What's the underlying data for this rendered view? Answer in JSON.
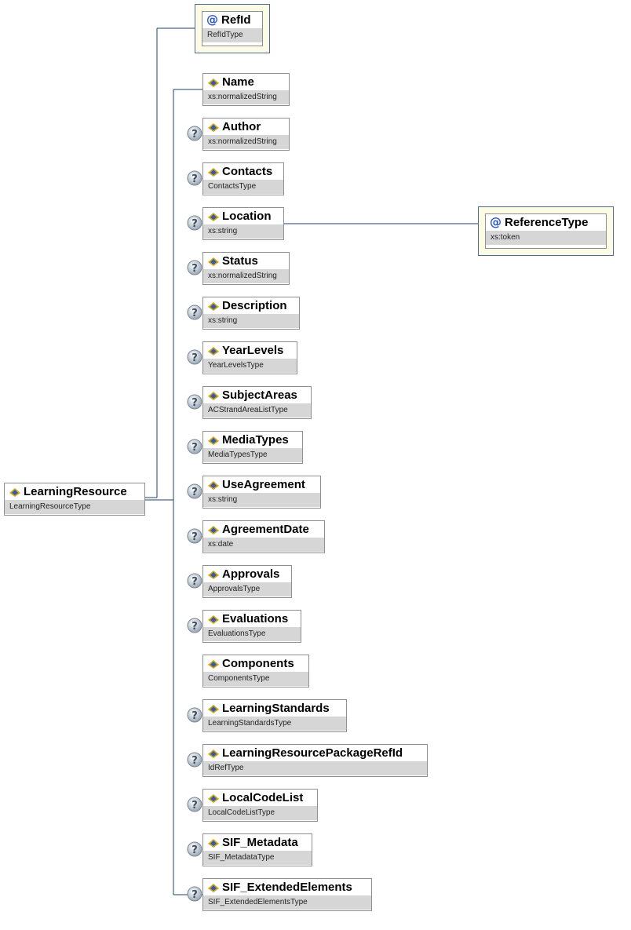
{
  "root": {
    "name": "LearningResource",
    "type": "LearningResourceType"
  },
  "attribute": {
    "name": "RefId",
    "type": "RefIdType"
  },
  "children": [
    {
      "name": "Name",
      "type": "xs:normalizedString",
      "optional": false
    },
    {
      "name": "Author",
      "type": "xs:normalizedString",
      "optional": true
    },
    {
      "name": "Contacts",
      "type": "ContactsType",
      "optional": true
    },
    {
      "name": "Location",
      "type": "xs:string",
      "optional": true
    },
    {
      "name": "Status",
      "type": "xs:normalizedString",
      "optional": true
    },
    {
      "name": "Description",
      "type": "xs:string",
      "optional": true
    },
    {
      "name": "YearLevels",
      "type": "YearLevelsType",
      "optional": true
    },
    {
      "name": "SubjectAreas",
      "type": "ACStrandAreaListType",
      "optional": true
    },
    {
      "name": "MediaTypes",
      "type": "MediaTypesType",
      "optional": true
    },
    {
      "name": "UseAgreement",
      "type": "xs:string",
      "optional": true
    },
    {
      "name": "AgreementDate",
      "type": "xs:date",
      "optional": true
    },
    {
      "name": "Approvals",
      "type": "ApprovalsType",
      "optional": true
    },
    {
      "name": "Evaluations",
      "type": "EvaluationsType",
      "optional": true
    },
    {
      "name": "Components",
      "type": "ComponentsType",
      "optional": false
    },
    {
      "name": "LearningStandards",
      "type": "LearningStandardsType",
      "optional": true
    },
    {
      "name": "LearningResourcePackageRefId",
      "type": "IdRefType",
      "optional": true
    },
    {
      "name": "LocalCodeList",
      "type": "LocalCodeListType",
      "optional": true
    },
    {
      "name": "SIF_Metadata",
      "type": "SIF_MetadataType",
      "optional": true
    },
    {
      "name": "SIF_ExtendedElements",
      "type": "SIF_ExtendedElementsType",
      "optional": true
    }
  ],
  "location_attribute": {
    "name": "ReferenceType",
    "type": "xs:token"
  },
  "colors": {
    "connector": "#1f3f6e",
    "attr_frame_border": "#4e6a8a",
    "attr_frame_fill": "#fcfbe6",
    "type_band": "#d6d6d6",
    "box_border": "#8f8f8f"
  }
}
